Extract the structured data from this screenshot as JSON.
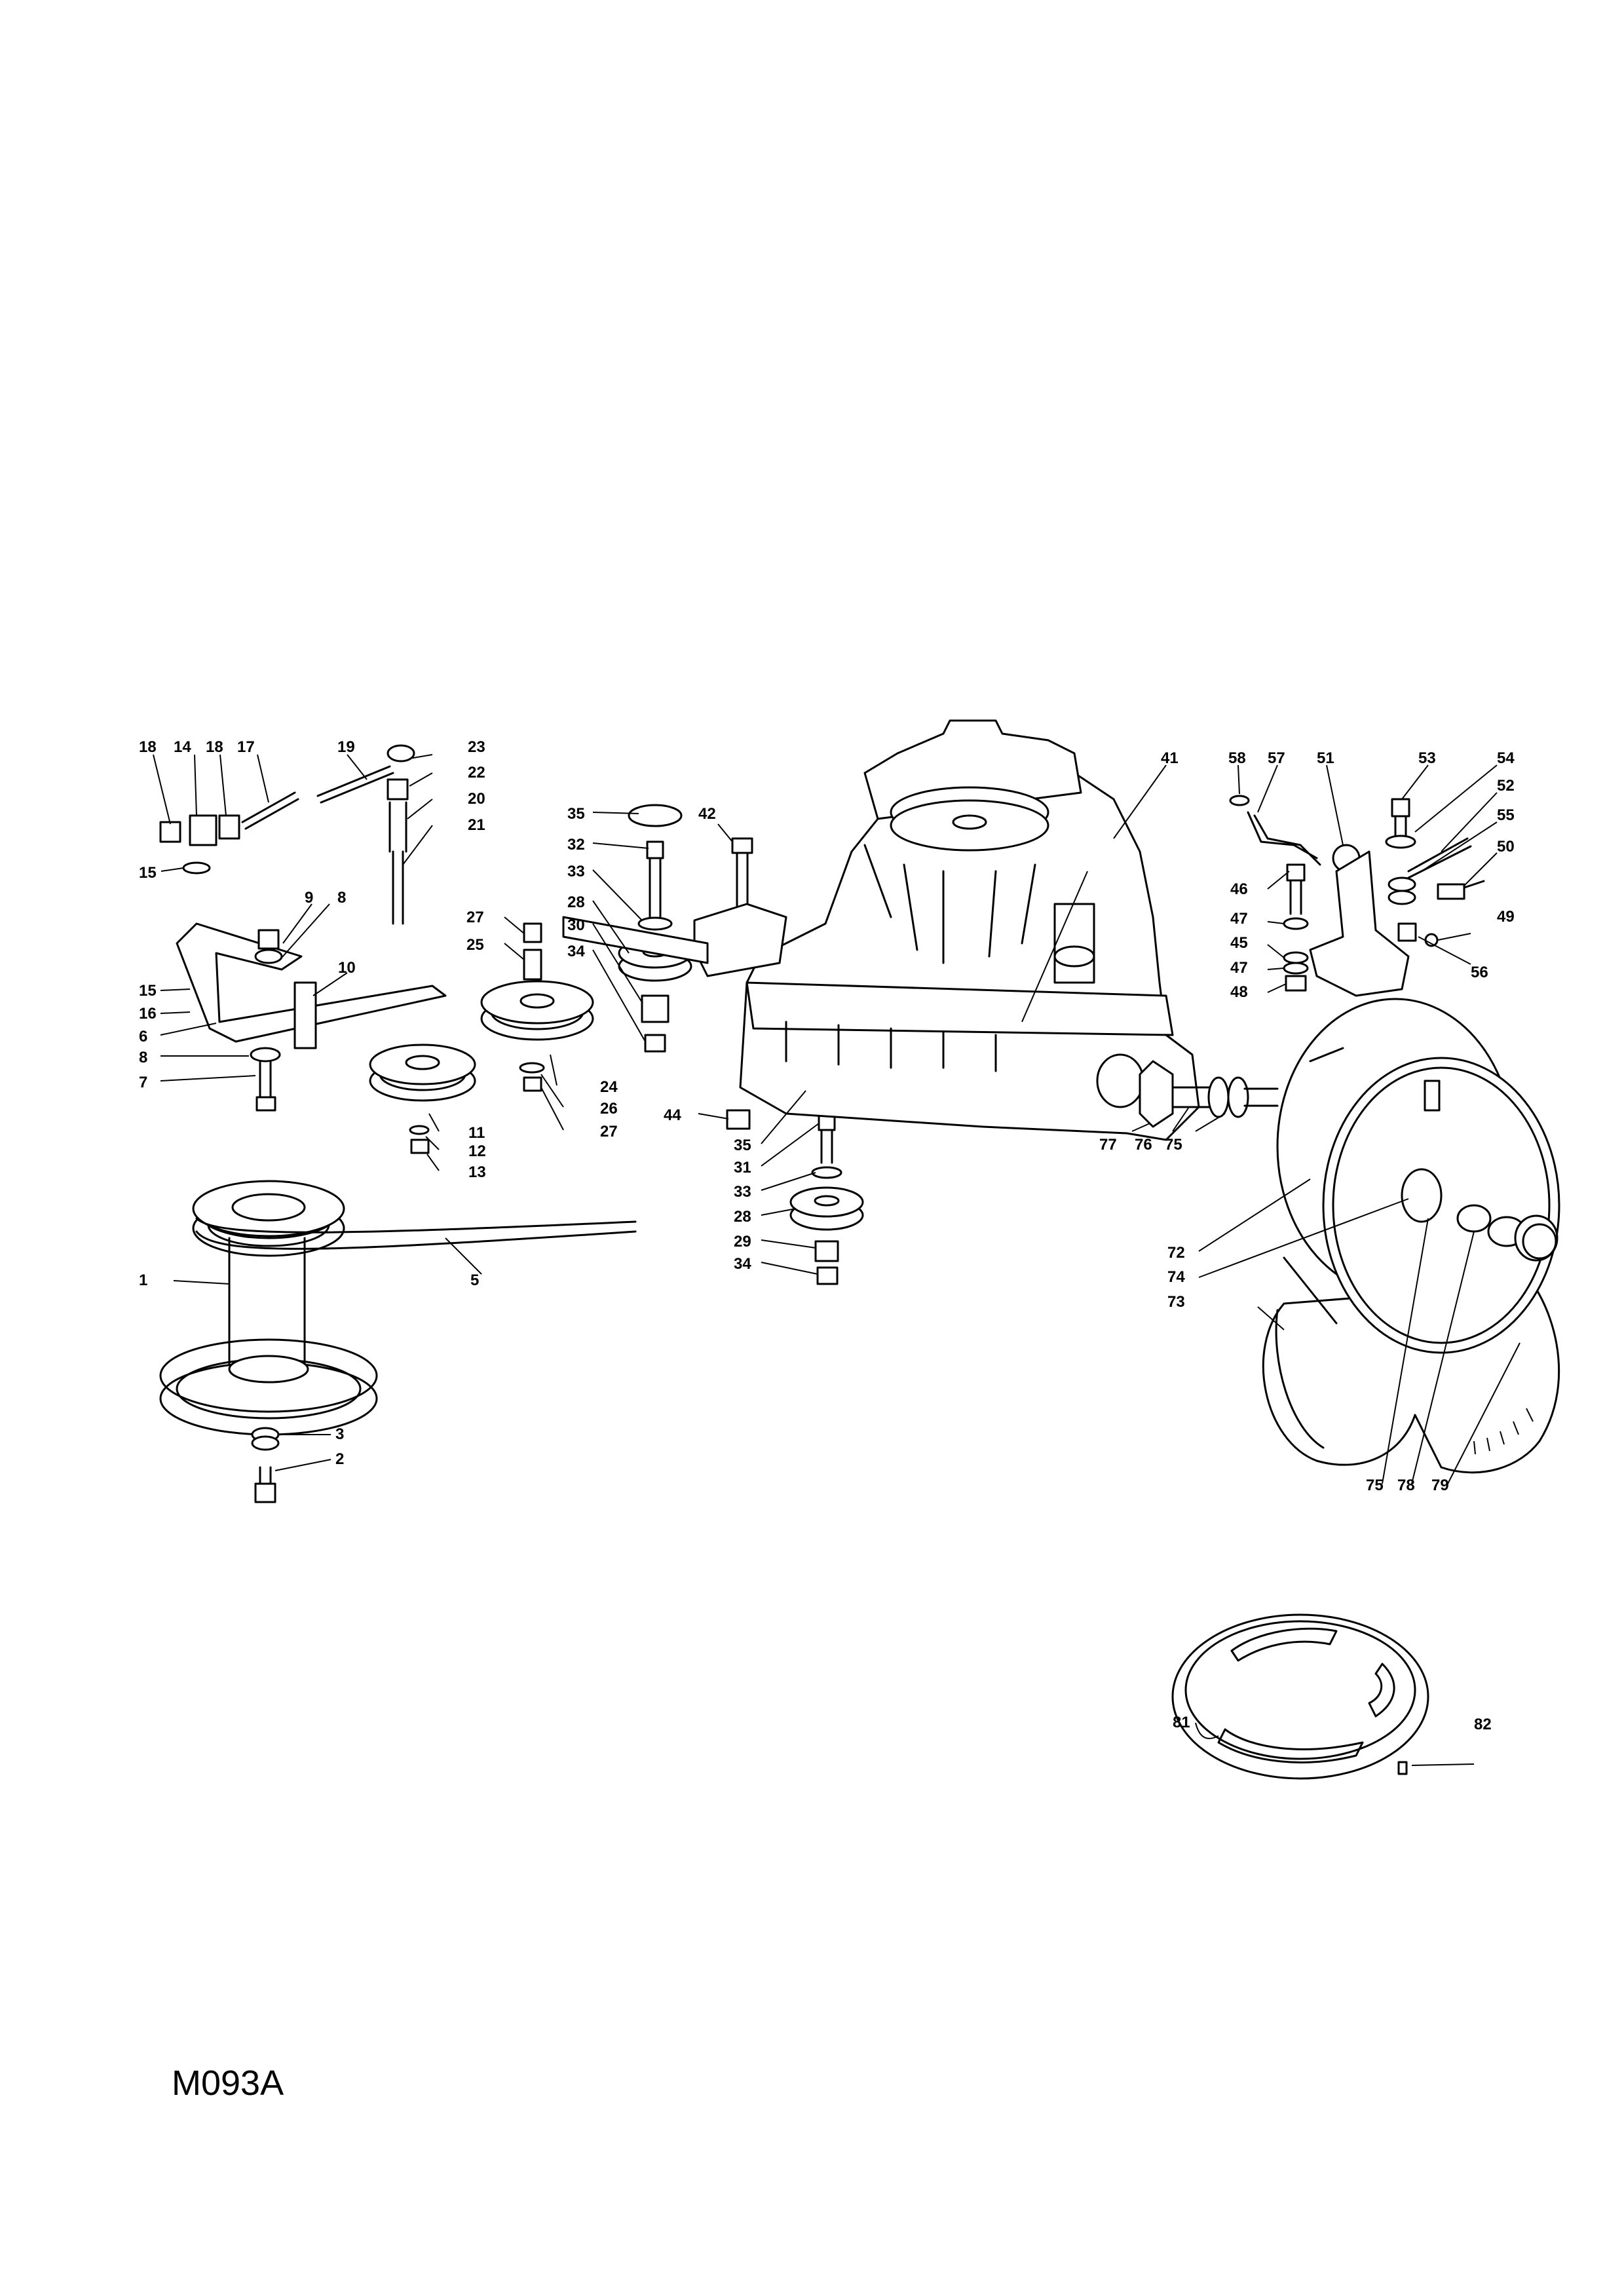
{
  "drawing_code": "M093A",
  "part_labels": [
    "18",
    "14",
    "18",
    "17",
    "19",
    "23",
    "22",
    "20",
    "21",
    "15",
    "9",
    "8",
    "10",
    "15",
    "16",
    "6",
    "8",
    "7",
    "27",
    "25",
    "35",
    "32",
    "42",
    "33",
    "28",
    "30",
    "34",
    "11",
    "12",
    "13",
    "24",
    "26",
    "27",
    "44",
    "35",
    "31",
    "33",
    "28",
    "29",
    "34",
    "41",
    "58",
    "57",
    "51",
    "53",
    "54",
    "52",
    "55",
    "50",
    "46",
    "47",
    "45",
    "47",
    "48",
    "49",
    "56",
    "77",
    "76",
    "75",
    "72",
    "74",
    "73",
    "75",
    "78",
    "79",
    "1",
    "5",
    "3",
    "2",
    "81",
    "82"
  ]
}
